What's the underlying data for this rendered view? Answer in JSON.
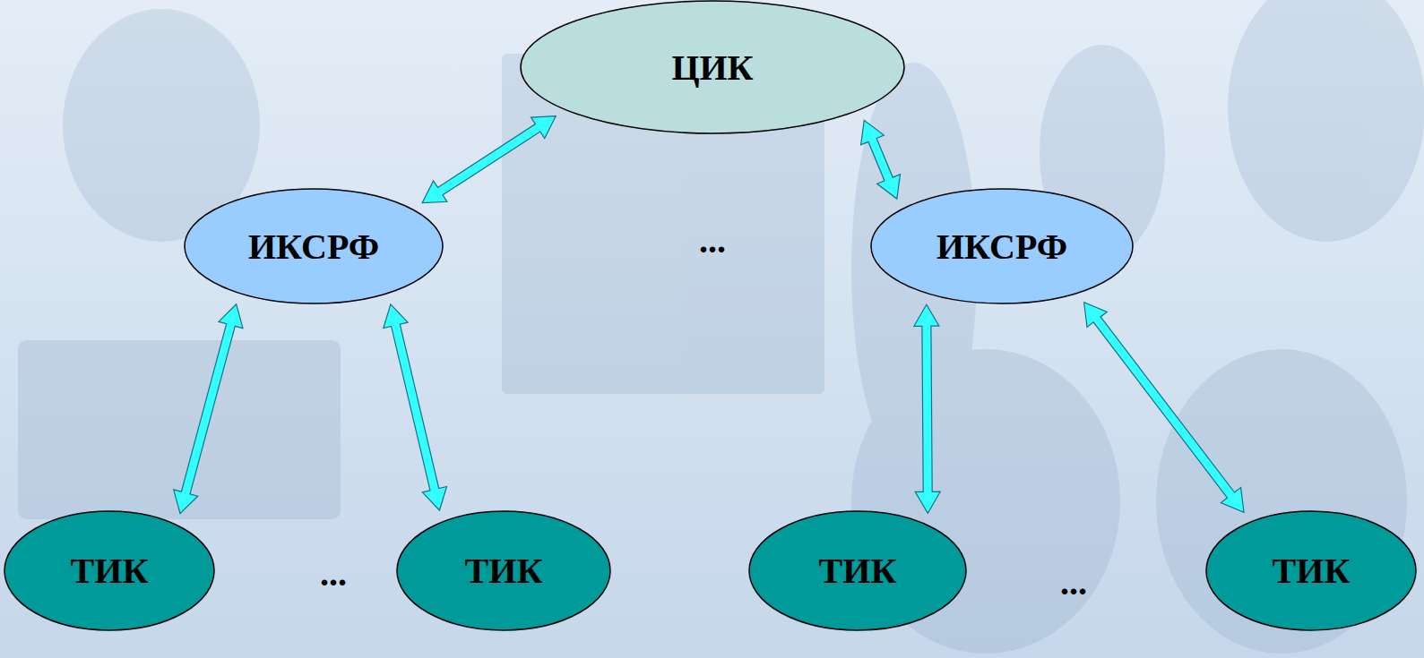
{
  "diagram": {
    "nodes": [
      {
        "text": [
          "ЦИК"
        ]
      },
      {
        "text": [
          "ИКСРФ"
        ]
      },
      {
        "text": [
          "ИКСРФ"
        ]
      },
      {
        "text": [
          "ТИК"
        ]
      },
      {
        "text": [
          "ТИК"
        ]
      },
      {
        "text": [
          "ТИК"
        ]
      },
      {
        "text": [
          "ТИК"
        ]
      }
    ],
    "edges": [
      {
        "from": 0,
        "to": 1,
        "arrow": "both"
      },
      {
        "from": 0,
        "to": 2,
        "arrow": "both"
      },
      {
        "from": 1,
        "to": 3,
        "arrow": "both"
      },
      {
        "from": 1,
        "to": 4,
        "arrow": "both"
      },
      {
        "from": 2,
        "to": 5,
        "arrow": "both"
      },
      {
        "from": 2,
        "to": 6,
        "arrow": "both"
      }
    ],
    "labels": [
      "...",
      "...",
      "..."
    ]
  }
}
